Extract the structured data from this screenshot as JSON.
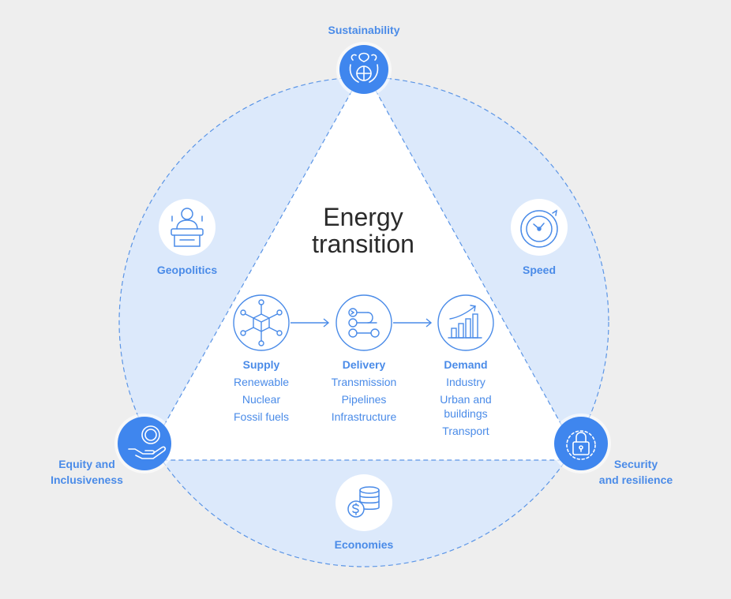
{
  "title": {
    "line1": "Energy",
    "line2": "transition"
  },
  "labels": {
    "sustainability": "Sustainability",
    "speed": "Speed",
    "geopolitics": "Geopolitics",
    "equity_line1": "Equity and",
    "equity_line2": "Inclusiveness",
    "security_line1": "Security",
    "security_line2": "and resilience",
    "economies": "Economies"
  },
  "columns": {
    "supply": {
      "head": "Supply",
      "items": [
        "Renewable",
        "Nuclear",
        "Fossil fuels"
      ]
    },
    "delivery": {
      "head": "Delivery",
      "items": [
        "Transmission",
        "Pipelines",
        "Infrastructure"
      ]
    },
    "demand": {
      "head": "Demand",
      "items": [
        "Industry",
        "Urban and buildings",
        "Transport"
      ]
    }
  },
  "colors": {
    "accent": "#4a8be8",
    "node_fill": "#3f86ee",
    "ring_fill": "#dce9fb",
    "dash": "#5b95e6",
    "background": "#eeeeee"
  },
  "icons": {
    "sustainability": "globe-in-hands-icon",
    "speed": "stopwatch-icon",
    "geopolitics": "speaker-at-podium-icon",
    "equity": "coin-in-hand-icon",
    "security": "padlock-icon",
    "economies": "coin-stack-icon",
    "supply": "network-cube-icon",
    "delivery": "flow-nodes-icon",
    "demand": "bar-chart-growth-icon"
  }
}
